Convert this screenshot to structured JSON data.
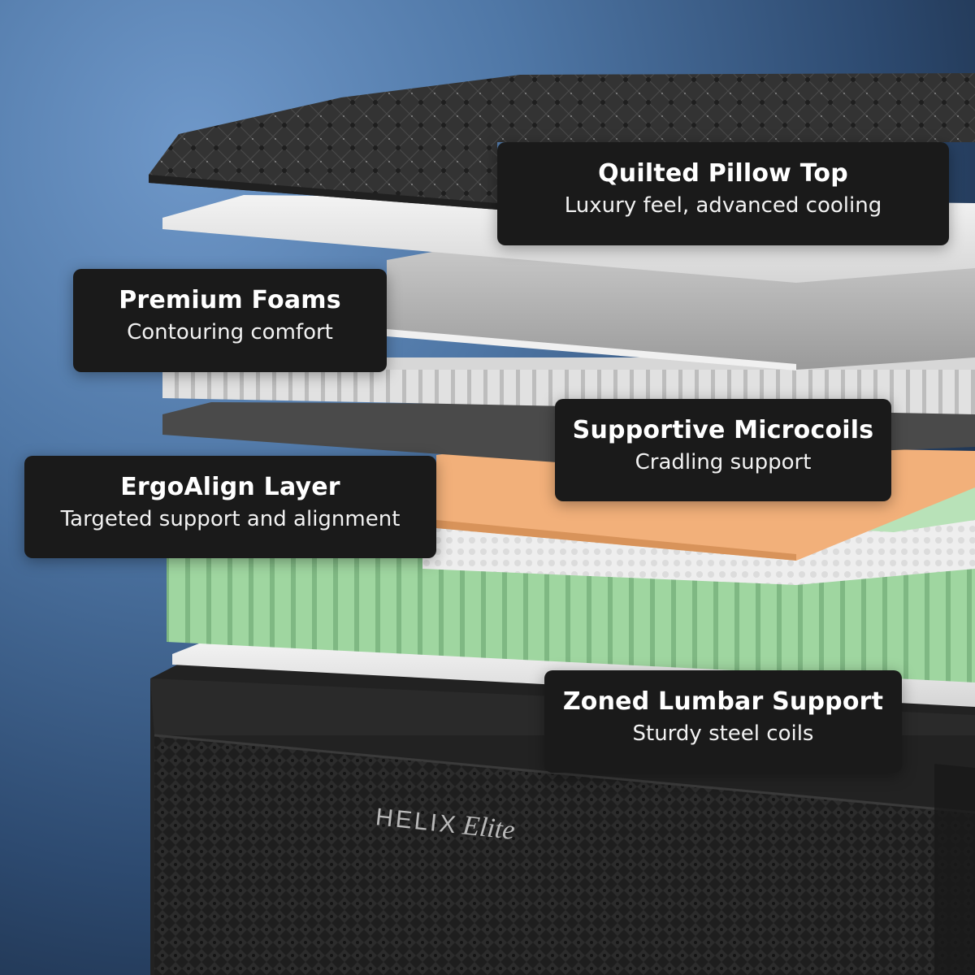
{
  "callouts": {
    "pillow_top": {
      "title": "Quilted Pillow Top",
      "subtitle": "Luxury feel, advanced cooling"
    },
    "premium_foams": {
      "title": "Premium Foams",
      "subtitle": "Contouring comfort"
    },
    "microcoils": {
      "title": "Supportive Microcoils",
      "subtitle": "Cradling support"
    },
    "ergoalign": {
      "title": "ErgoAlign Layer",
      "subtitle": "Targeted support and alignment"
    },
    "lumbar": {
      "title": "Zoned Lumbar Support",
      "subtitle": "Sturdy steel coils"
    }
  },
  "logo": {
    "brand": "HELIX",
    "model": "Elite"
  },
  "colors": {
    "callout_bg": "#1a1a1a",
    "ergo_layer": "#f2b07a",
    "zoned_coils": "#9fd8a0",
    "mattress_base": "#1c1c1c"
  }
}
